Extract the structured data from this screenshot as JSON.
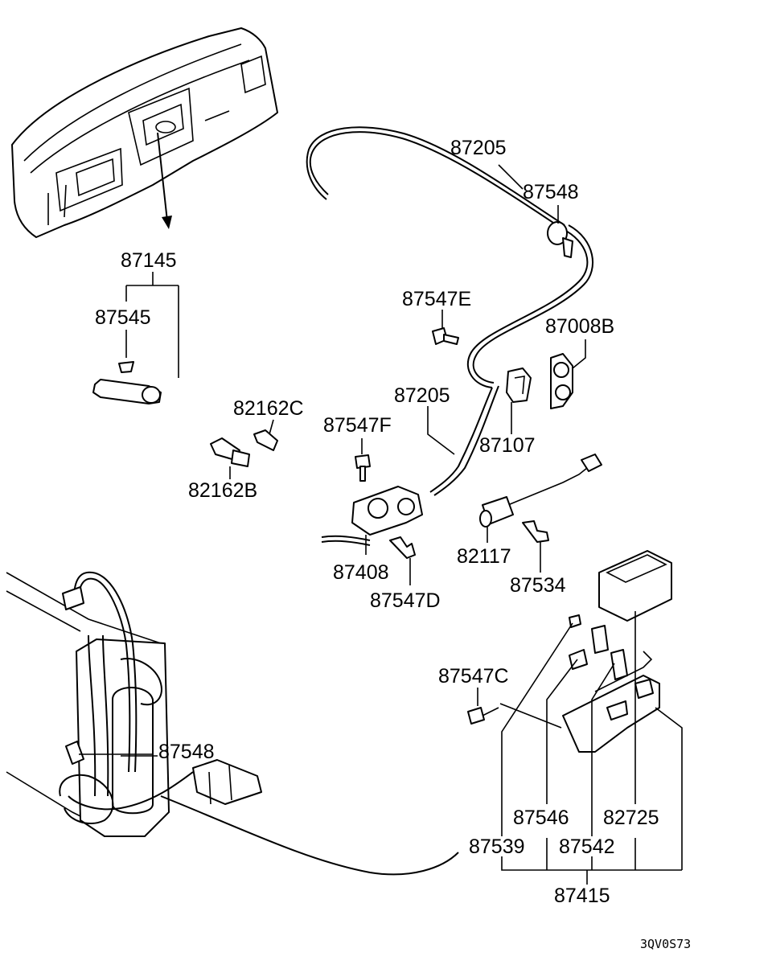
{
  "labels": {
    "p87145": "87145",
    "p87545": "87545",
    "p87205_top": "87205",
    "p87548_top": "87548",
    "p87547E": "87547E",
    "p87008B": "87008B",
    "p87205_mid": "87205",
    "p82162C": "82162C",
    "p87547F": "87547F",
    "p87107": "87107",
    "p82162B": "82162B",
    "p82117": "82117",
    "p87408": "87408",
    "p87534": "87534",
    "p87547D": "87547D",
    "p87547C": "87547C",
    "p87548_low": "87548",
    "p87546": "87546",
    "p82725": "82725",
    "p87539": "87539",
    "p87542": "87542",
    "p87415": "87415"
  },
  "diagram_code": "3QV0S73"
}
